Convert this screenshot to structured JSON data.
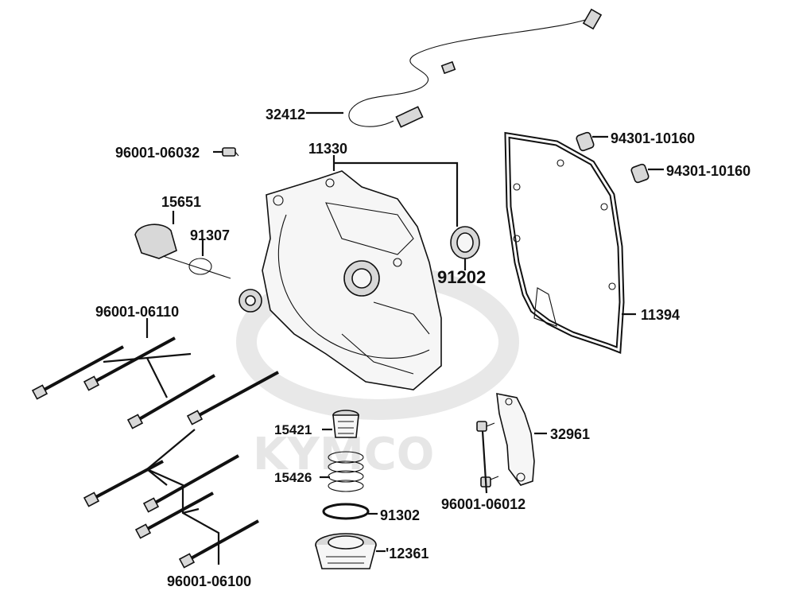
{
  "watermark": {
    "text": "KYMCO",
    "color": "#e3e3e3"
  },
  "labels": {
    "p32412": "32412",
    "p96001_06032": "96001-06032",
    "p11330": "11330",
    "p94301_a": "94301-10160",
    "p94301_b": "94301-10160",
    "p15651": "15651",
    "p91307": "91307",
    "p91202": "91202",
    "p96001_06110": "96001-06110",
    "p11394": "11394",
    "p15421": "15421",
    "p32961": "32961",
    "p15426": "15426",
    "p91302": "91302",
    "p96001_06012": "96001-06012",
    "p12361": "'12361",
    "p96001_06100": "96001-06100"
  }
}
